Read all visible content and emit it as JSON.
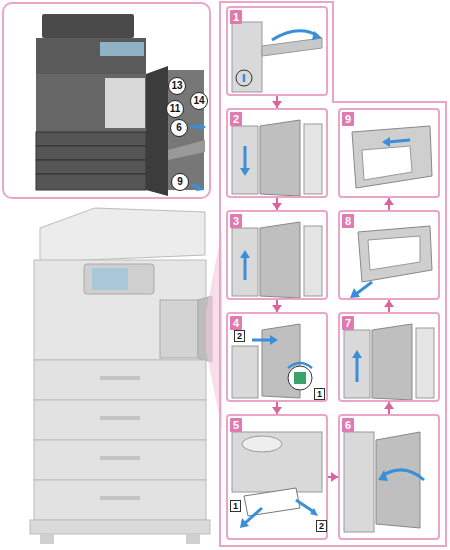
{
  "diagram": {
    "nodes": [
      {
        "text": [
          "13"
        ]
      },
      {
        "text": [
          "14"
        ]
      },
      {
        "text": [
          "11"
        ]
      },
      {
        "text": [
          "6"
        ]
      },
      {
        "text": [
          "9"
        ]
      },
      {
        "text": [
          "1"
        ]
      },
      {
        "text": [
          "2"
        ]
      },
      {
        "text": [
          "3"
        ]
      },
      {
        "text": [
          "4"
        ]
      },
      {
        "text": [
          "5"
        ]
      },
      {
        "text": [
          "6"
        ]
      },
      {
        "text": [
          "7"
        ]
      },
      {
        "text": [
          "8"
        ]
      },
      {
        "text": [
          "9"
        ]
      }
    ],
    "edges": [
      {
        "from": 5,
        "to": 6,
        "arrow": "to"
      },
      {
        "from": 6,
        "to": 7,
        "arrow": "to"
      },
      {
        "from": 7,
        "to": 8,
        "arrow": "to"
      },
      {
        "from": 8,
        "to": 9,
        "arrow": "to"
      },
      {
        "from": 9,
        "to": 10,
        "arrow": "to"
      },
      {
        "from": 10,
        "to": 11,
        "arrow": "to"
      },
      {
        "from": 11,
        "to": 12,
        "arrow": "to"
      },
      {
        "from": 12,
        "to": 13,
        "arrow": "to"
      }
    ],
    "labels": [
      "2",
      "1",
      "1",
      "2"
    ]
  }
}
